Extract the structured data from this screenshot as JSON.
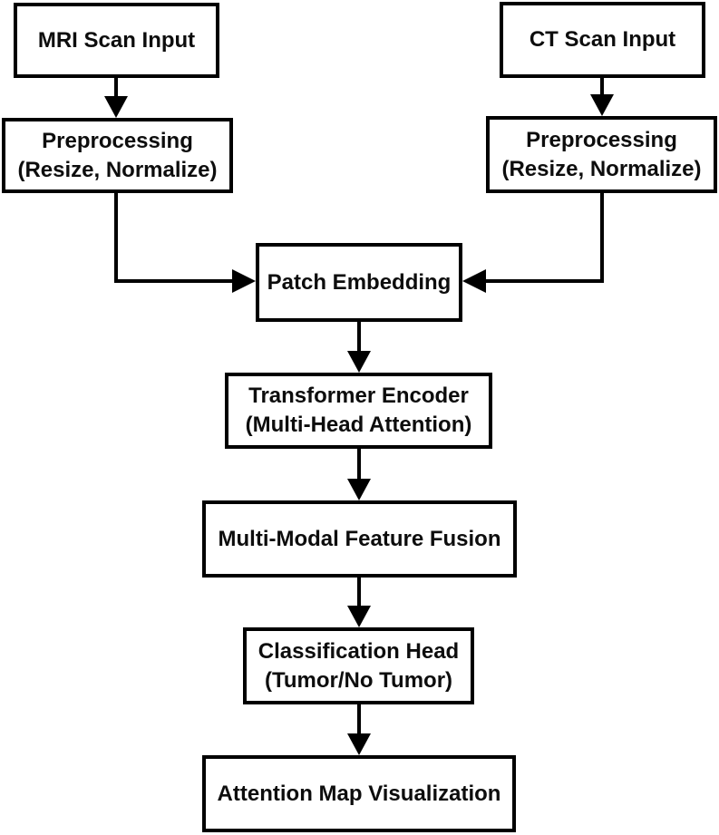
{
  "diagram": {
    "type": "flowchart",
    "background_color": "#ffffff",
    "box_fill_color": "#ffffff",
    "box_border_color": "#000000",
    "text_color": "#0d0d0d",
    "line_color": "#000000",
    "nodes": {
      "mri_input": {
        "label": "MRI Scan Input"
      },
      "ct_input": {
        "label": "CT Scan Input"
      },
      "preprocess_left": {
        "line1": "Preprocessing",
        "line2": "(Resize, Normalize)"
      },
      "preprocess_right": {
        "line1": "Preprocessing",
        "line2": "(Resize, Normalize)"
      },
      "patch_embedding": {
        "label": "Patch Embedding"
      },
      "transformer_encoder": {
        "line1": "Transformer Encoder",
        "line2": "(Multi-Head Attention)"
      },
      "feature_fusion": {
        "label": "Multi-Modal Feature Fusion"
      },
      "classification_head": {
        "line1": "Classification Head",
        "line2": "(Tumor/No Tumor)"
      },
      "attention_map": {
        "label": "Attention Map Visualization"
      }
    },
    "edges": [
      {
        "from": "mri_input",
        "to": "preprocess_left",
        "style": "arrow-down"
      },
      {
        "from": "ct_input",
        "to": "preprocess_right",
        "style": "arrow-down"
      },
      {
        "from": "preprocess_left",
        "to": "patch_embedding",
        "style": "elbow-down-right"
      },
      {
        "from": "preprocess_right",
        "to": "patch_embedding",
        "style": "elbow-down-left"
      },
      {
        "from": "patch_embedding",
        "to": "transformer_encoder",
        "style": "arrow-down"
      },
      {
        "from": "transformer_encoder",
        "to": "feature_fusion",
        "style": "arrow-down"
      },
      {
        "from": "feature_fusion",
        "to": "classification_head",
        "style": "arrow-down"
      },
      {
        "from": "classification_head",
        "to": "attention_map",
        "style": "arrow-down"
      }
    ]
  }
}
